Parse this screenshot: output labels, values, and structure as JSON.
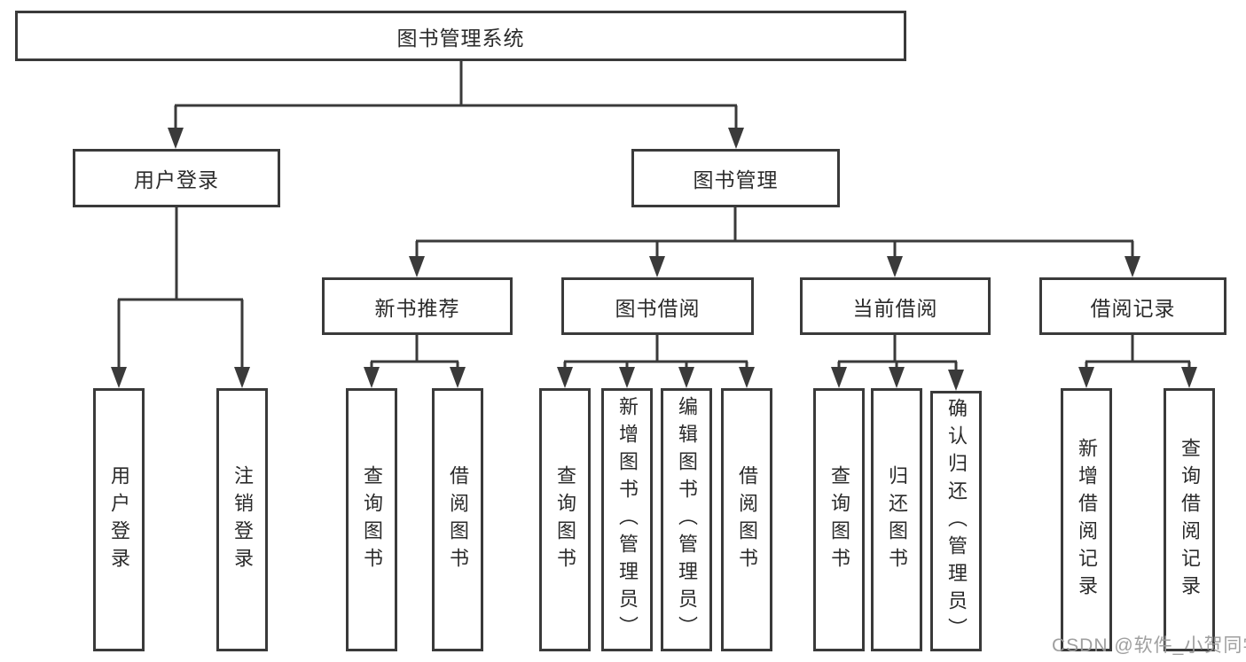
{
  "root": {
    "label": "图书管理系统"
  },
  "groups": [
    {
      "label": "用户登录",
      "leaves": [
        {
          "label": "用户登录"
        },
        {
          "label": "注销登录"
        }
      ]
    },
    {
      "label": "图书管理"
    }
  ],
  "subgroups": [
    {
      "label": "新书推荐",
      "leaves": [
        {
          "label": "查询图书"
        },
        {
          "label": "借阅图书"
        }
      ]
    },
    {
      "label": "图书借阅",
      "leaves": [
        {
          "label": "查询图书"
        },
        {
          "label": "新增图书（管理员）"
        },
        {
          "label": "编辑图书（管理员）"
        },
        {
          "label": "借阅图书"
        }
      ]
    },
    {
      "label": "当前借阅",
      "leaves": [
        {
          "label": "查询图书"
        },
        {
          "label": "归还图书"
        },
        {
          "label": "确认归还（管理员）"
        }
      ]
    },
    {
      "label": "借阅记录",
      "leaves": [
        {
          "label": "新增借阅记录"
        },
        {
          "label": "查询借阅记录"
        }
      ]
    }
  ],
  "watermark": {
    "text": "CSDN @软件_小贺同学"
  },
  "colors": {
    "line": "#3a3a3a",
    "text": "#2b2b2b",
    "watermark": "#9a9a9a",
    "background": "#ffffff"
  }
}
